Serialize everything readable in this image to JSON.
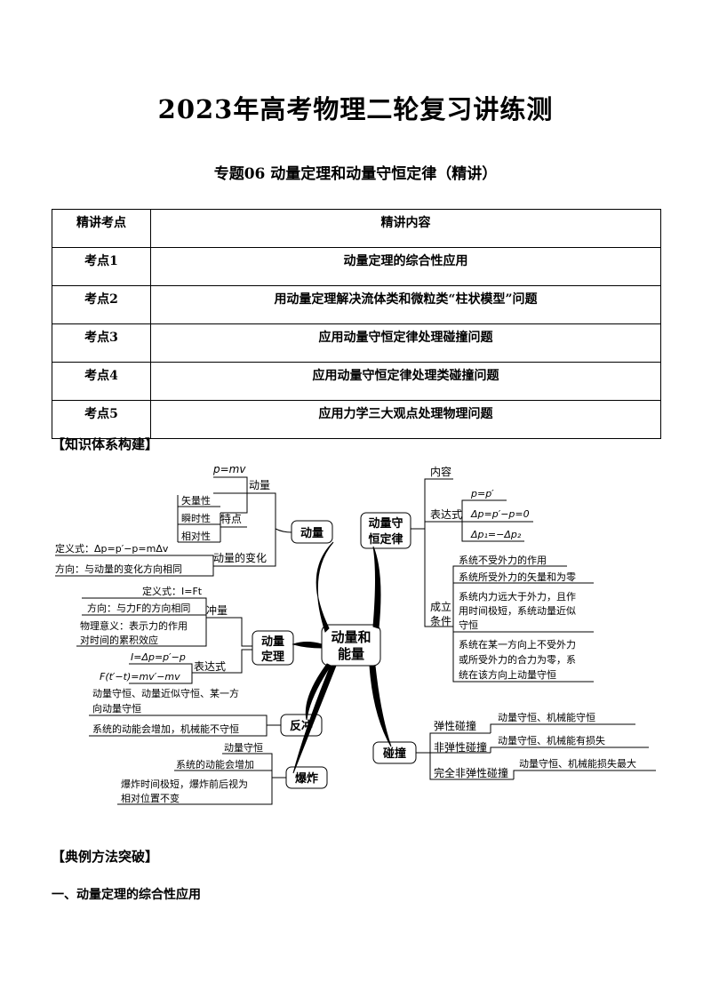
{
  "title": "2023年高考物理二轮复习讲练测",
  "subtitle": "专题06  动量定理和动量守恒定律（精讲）",
  "table": {
    "headers": [
      "精讲考点",
      "精讲内容"
    ],
    "rows": [
      [
        "考点1",
        "动量定理的综合性应用"
      ],
      [
        "考点2",
        "用动量定理解决流体类和微粒类“柱状模型”问题"
      ],
      [
        "考点3",
        "应用动量守恒定律处理碰撞问题"
      ],
      [
        "考点4",
        "应用动量守恒定律处理类碰撞问题"
      ],
      [
        "考点5",
        "应用力学三大观点处理物理问题"
      ]
    ]
  },
  "section_knowledge": "【知识体系构建】",
  "section_methods": "【典例方法突破】",
  "heading1": "一、动量定理的综合性应用",
  "mindmap": {
    "center": [
      "动量和",
      "能量"
    ],
    "momentum": {
      "label": "动量",
      "def_branch": "动量",
      "def": "p=mv",
      "traits_label": "特点",
      "traits": [
        "矢量性",
        "瞬时性",
        "相对性"
      ],
      "change_label": "动量的变化",
      "change_def": "定义式：Δp=p′−p=mΔv",
      "change_dir": "方向：与动量的变化方向相同"
    },
    "theorem": {
      "label": [
        "动量",
        "定理"
      ],
      "impulse_label": "冲量",
      "impulse_def": "定义式：I=Ft",
      "impulse_dir": "方向：与力F的方向相同",
      "impulse_meaning": [
        "物理意义：表示力的作用",
        "对时间的累积效应"
      ],
      "expr_label": "表达式",
      "expr1": "I=Δp=p′−p",
      "expr2": "F(t′−t)=mv′−mv"
    },
    "recoil": {
      "label": "反冲",
      "items": [
        "动量守恒、动量近似守恒、某一方",
        "向动量守恒",
        "系统的动能会增加，机械能不守恒"
      ]
    },
    "explosion": {
      "label": "爆炸",
      "items": [
        "动量守恒",
        "系统的动能会增加",
        "爆炸时间极短，爆炸前后视为",
        "相对位置不变"
      ]
    },
    "conservation": {
      "label": [
        "动量守",
        "恒定律"
      ],
      "content_label": "内容",
      "expr_label": "表达式",
      "exprs": [
        "p=p′",
        "Δp=p′−p=0",
        "Δp₁=−Δp₂"
      ],
      "cond_label": [
        "成立",
        "条件"
      ],
      "conds": [
        "系统不受外力的作用",
        "系统所受外力的矢量和为零",
        "系统内力远大于外力，且作",
        "用时间极短，系统动量近似",
        "守恒",
        "系统在某一方向上不受外力",
        "或所受外力的合力为零，系",
        "统在该方向上动量守恒"
      ]
    },
    "collision": {
      "label": "碰撞",
      "types": [
        "弹性碰撞",
        "非弹性碰撞",
        "完全非弹性碰撞"
      ],
      "notes": [
        "动量守恒、机械能守恒",
        "动量守恒、机械能有损失",
        "动量守恒、机械能损失最大"
      ]
    }
  }
}
